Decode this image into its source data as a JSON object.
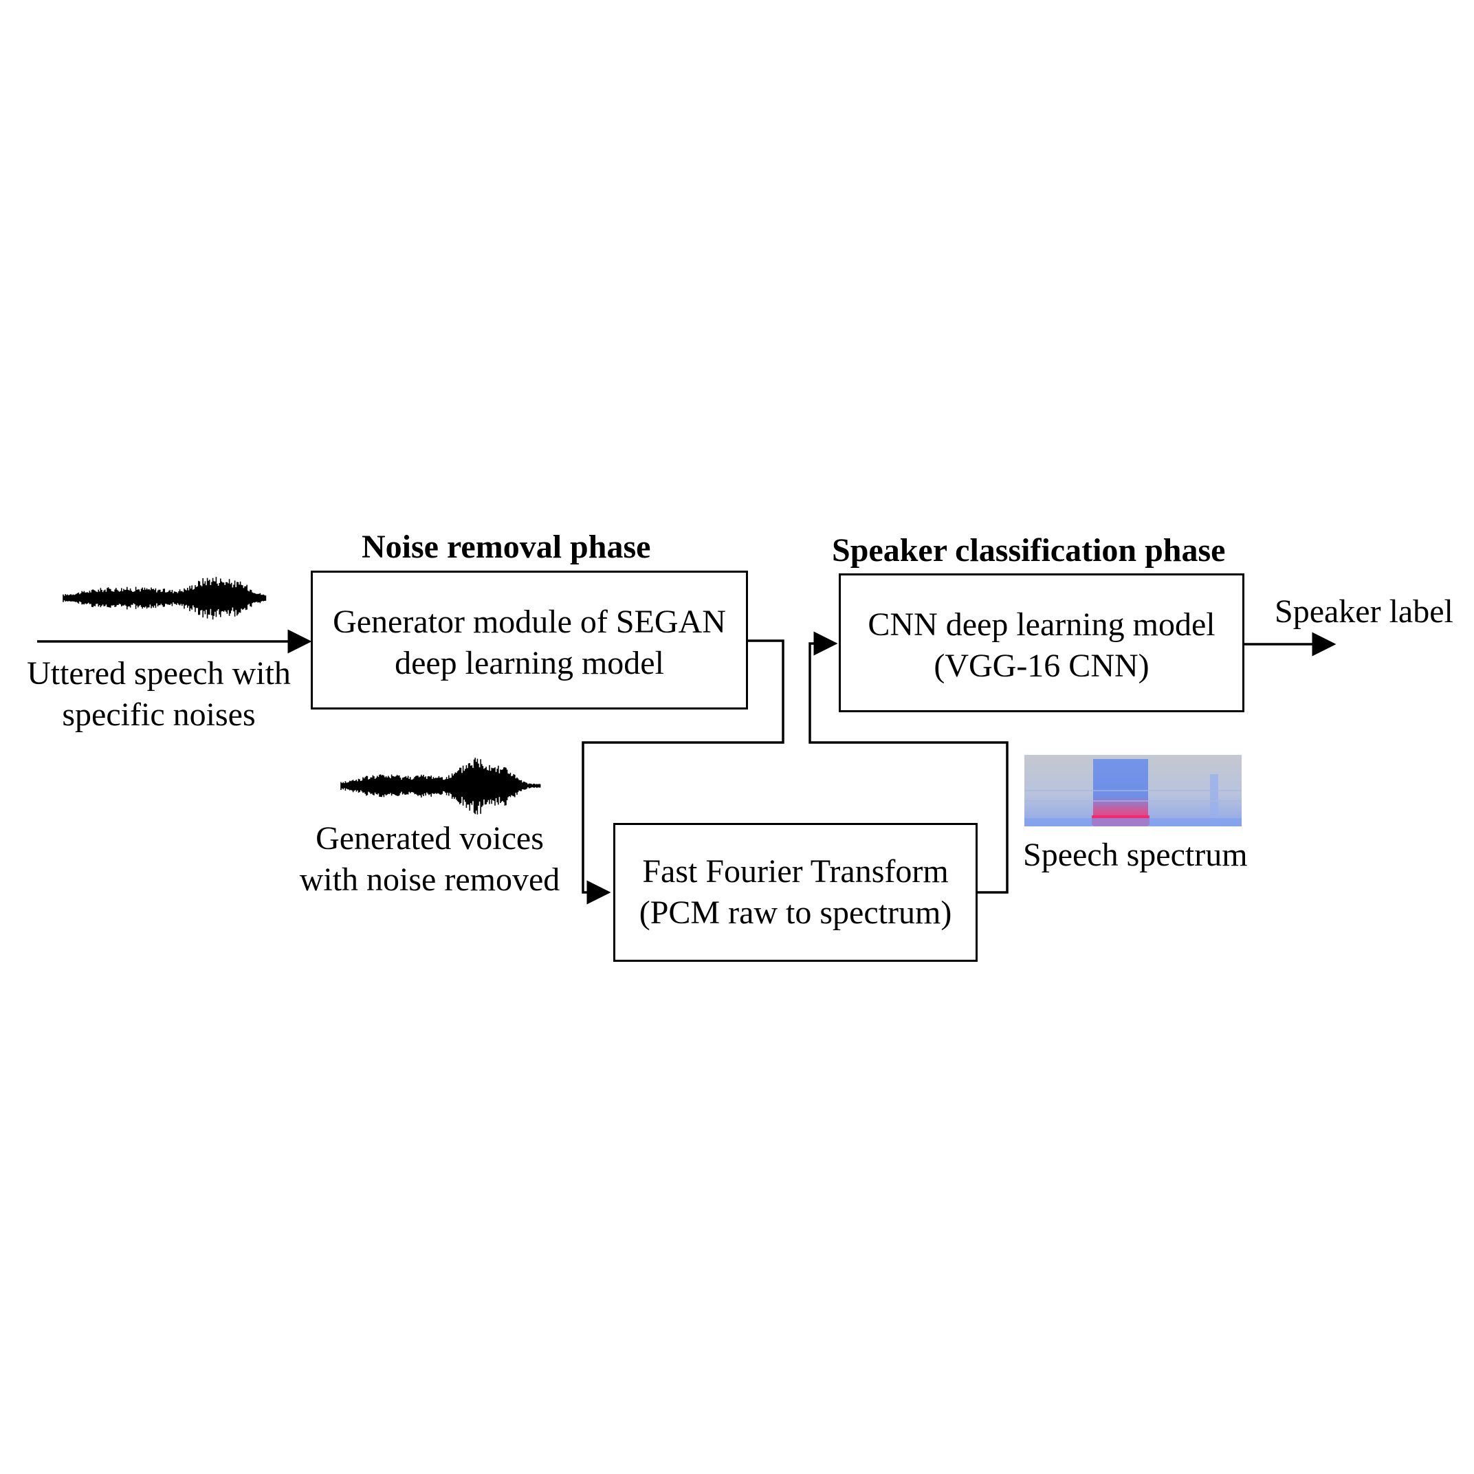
{
  "phases": {
    "noise_removal": "Noise removal phase",
    "speaker_classification": "Speaker classification phase"
  },
  "boxes": {
    "segan": {
      "line1": "Generator module of SEGAN",
      "line2": "deep learning model"
    },
    "fft": {
      "line1": "Fast Fourier Transform",
      "line2": "(PCM raw to spectrum)"
    },
    "cnn": {
      "line1": "CNN deep learning model",
      "line2": "(VGG-16 CNN)"
    }
  },
  "labels": {
    "input_line1": "Uttered speech with",
    "input_line2": "specific  noises",
    "generated_line1": "Generated voices",
    "generated_line2": "with noise removed",
    "spectrum": "Speech spectrum",
    "output": "Speaker label"
  },
  "colors": {
    "line": "#000000",
    "spectrogram_bg": "#c9cdd6",
    "spectrogram_blue": "#7f9fe6",
    "spectrogram_magenta": "#e8407a"
  }
}
